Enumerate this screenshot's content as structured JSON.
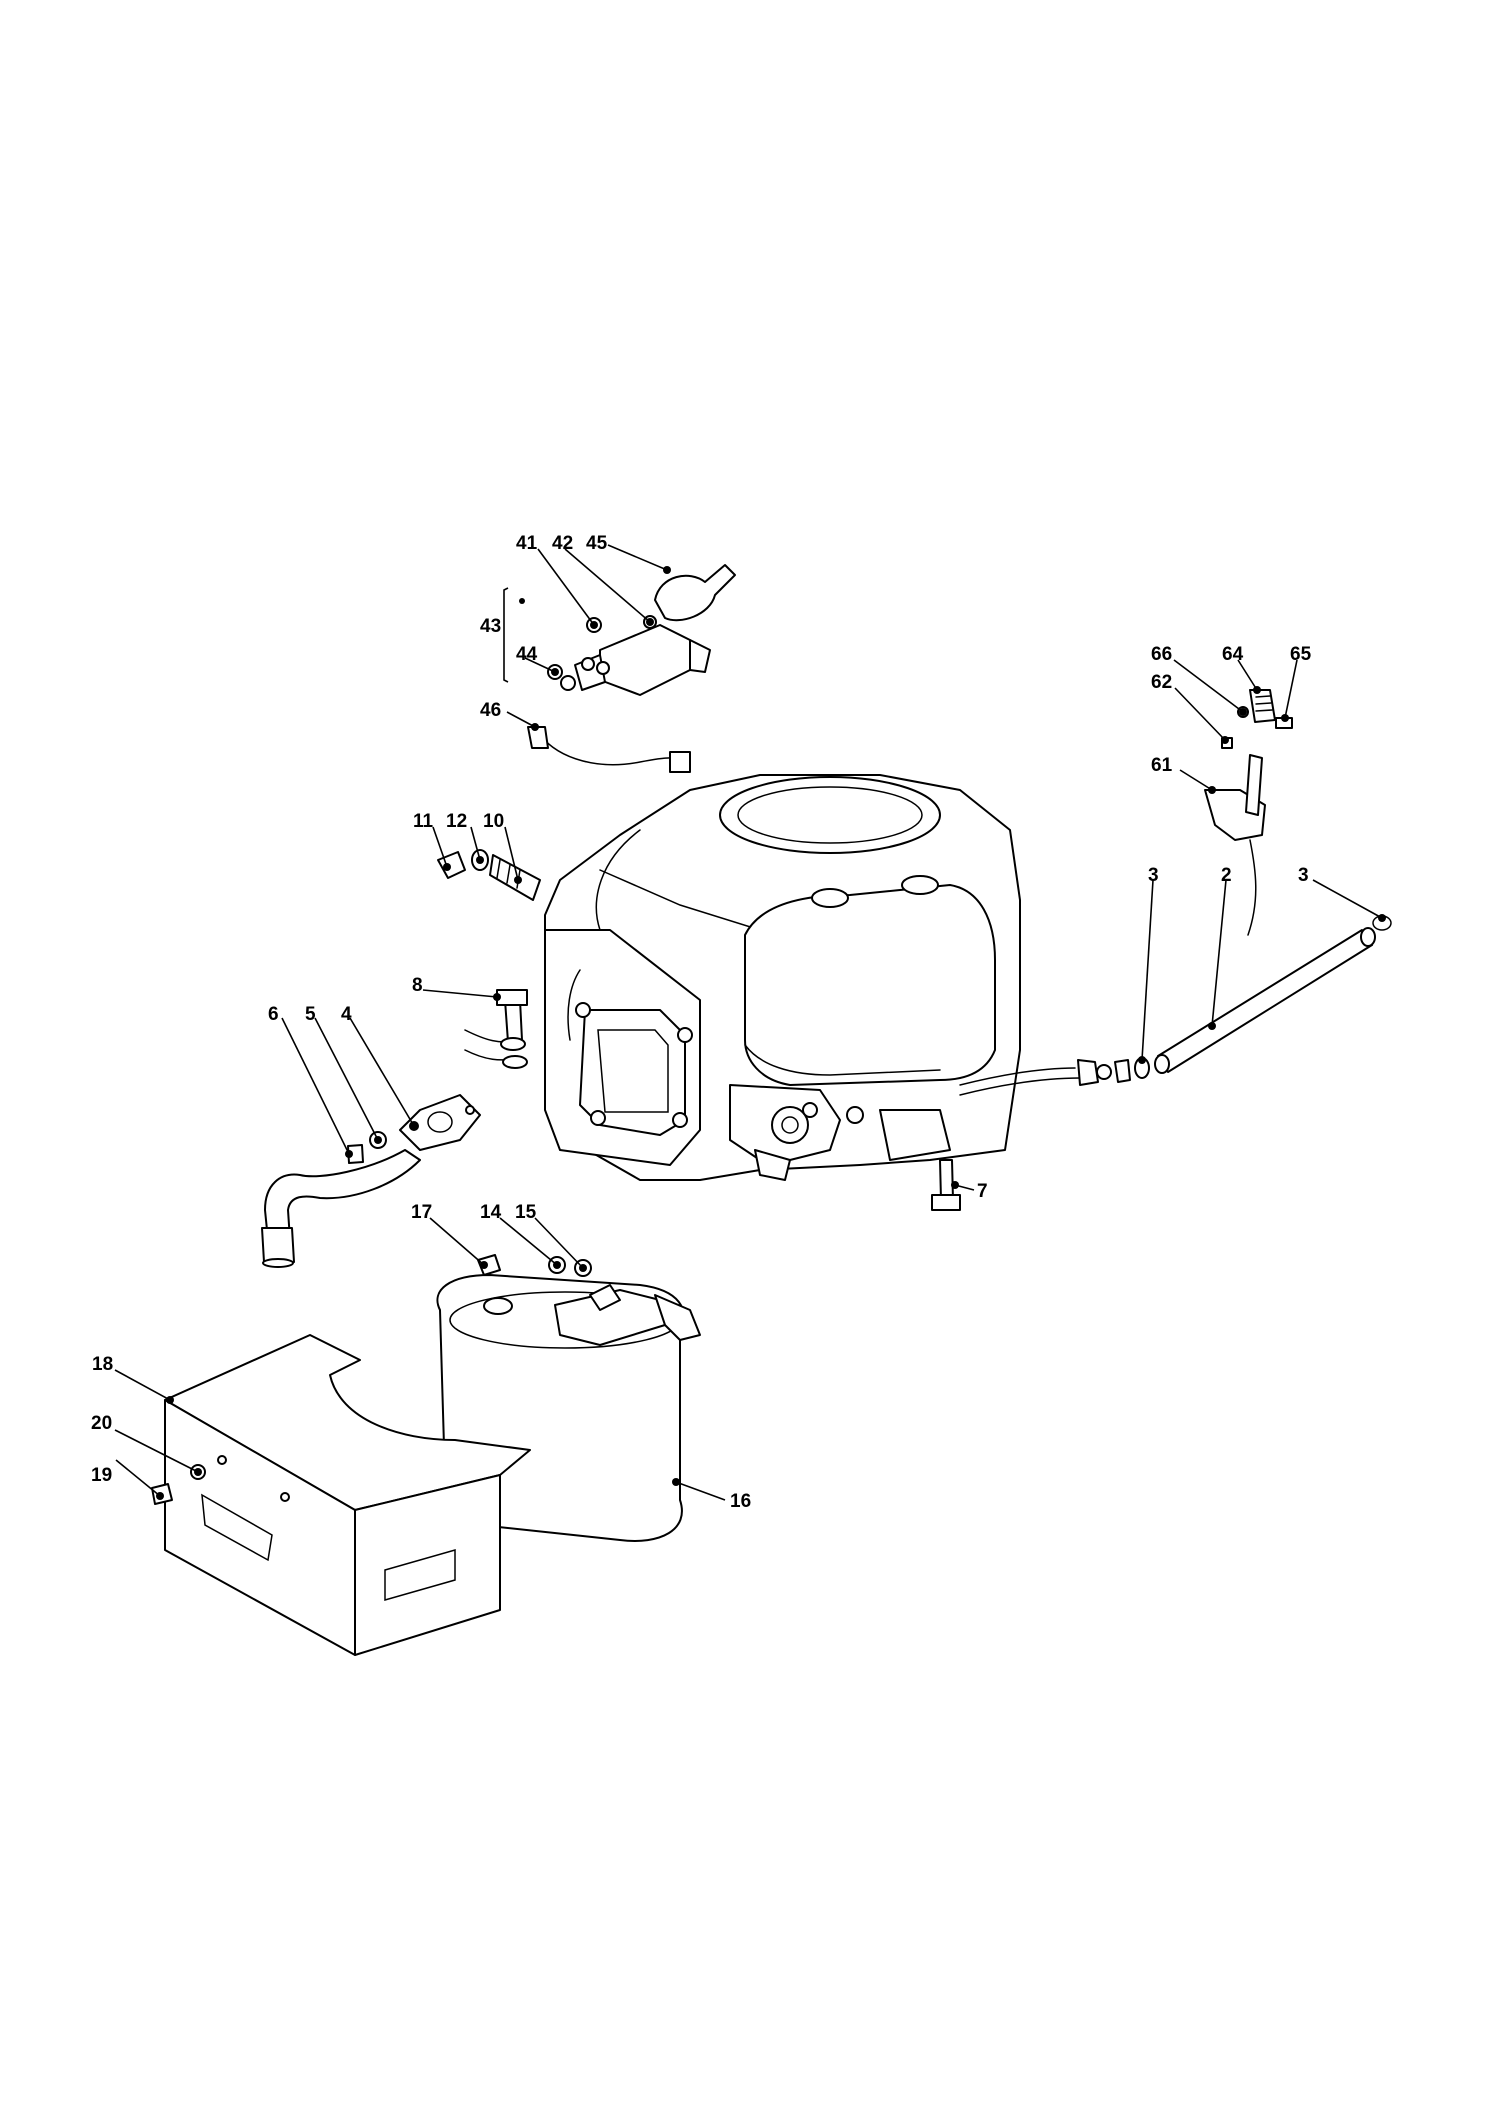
{
  "callouts": [
    {
      "id": "c41",
      "label": "41"
    },
    {
      "id": "c42",
      "label": "42"
    },
    {
      "id": "c45",
      "label": "45"
    },
    {
      "id": "c43",
      "label": "43"
    },
    {
      "id": "c44",
      "label": "44"
    },
    {
      "id": "c46",
      "label": "46"
    },
    {
      "id": "c66",
      "label": "66"
    },
    {
      "id": "c64",
      "label": "64"
    },
    {
      "id": "c65",
      "label": "65"
    },
    {
      "id": "c62",
      "label": "62"
    },
    {
      "id": "c61",
      "label": "61"
    },
    {
      "id": "c11",
      "label": "11"
    },
    {
      "id": "c12",
      "label": "12"
    },
    {
      "id": "c10",
      "label": "10"
    },
    {
      "id": "c3a",
      "label": "3"
    },
    {
      "id": "c2",
      "label": "2"
    },
    {
      "id": "c3b",
      "label": "3"
    },
    {
      "id": "c8",
      "label": "8"
    },
    {
      "id": "c6",
      "label": "6"
    },
    {
      "id": "c5",
      "label": "5"
    },
    {
      "id": "c4",
      "label": "4"
    },
    {
      "id": "c7",
      "label": "7"
    },
    {
      "id": "c17",
      "label": "17"
    },
    {
      "id": "c14",
      "label": "14"
    },
    {
      "id": "c15",
      "label": "15"
    },
    {
      "id": "c18",
      "label": "18"
    },
    {
      "id": "c20",
      "label": "20"
    },
    {
      "id": "c19",
      "label": "19"
    },
    {
      "id": "c16",
      "label": "16"
    }
  ]
}
